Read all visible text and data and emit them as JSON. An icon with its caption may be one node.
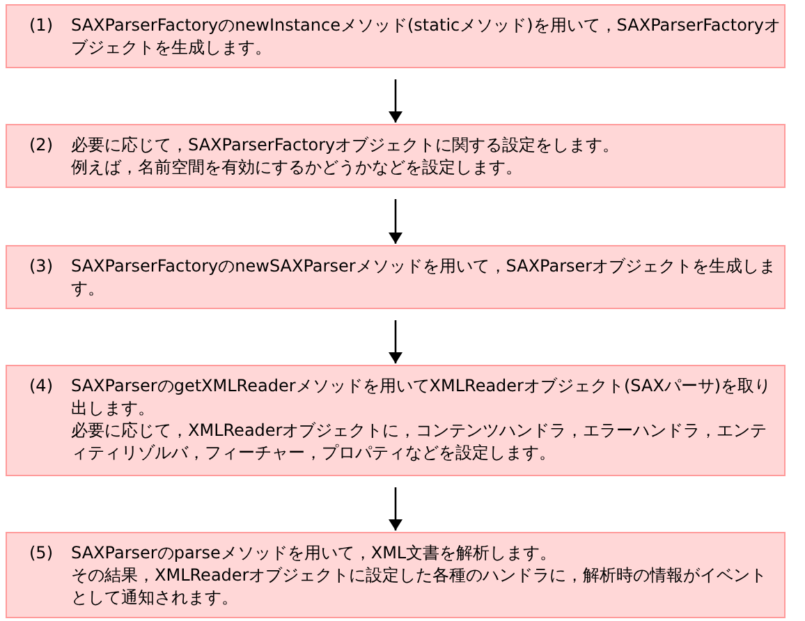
{
  "diagram": {
    "nodes": [
      {
        "text": [
          "(1)",
          "SAXParserFactoryのnewInstanceメソッド(staticメソッド)を用いて，SAXParserFactoryオブジェクトを生成します。"
        ]
      },
      {
        "text": [
          "(2)",
          "必要に応じて，SAXParserFactoryオブジェクトに関する設定をします。",
          "例えば，名前空間を有効にするかどうかなどを設定します。"
        ]
      },
      {
        "text": [
          "(3)",
          "SAXParserFactoryのnewSAXParserメソッドを用いて，SAXParserオブジェクトを生成します。"
        ]
      },
      {
        "text": [
          "(4)",
          "SAXParserのgetXMLReaderメソッドを用いてXMLReaderオブジェクト(SAXパーサ)を取り出します。",
          "必要に応じて，XMLReaderオブジェクトに，コンテンツハンドラ，エラーハンドラ，エンティティリゾルバ，フィーチャー，プロパティなどを設定します。"
        ]
      },
      {
        "text": [
          "(5)",
          "SAXParserのparseメソッドを用いて，XML文書を解析します。",
          "その結果，XMLReaderオブジェクトに設定した各種のハンドラに，解析時の情報がイベントとして通知されます。"
        ]
      }
    ],
    "edges": [
      {
        "from": 0,
        "to": 1,
        "arrow": "to"
      },
      {
        "from": 1,
        "to": 2,
        "arrow": "to"
      },
      {
        "from": 2,
        "to": 3,
        "arrow": "to"
      },
      {
        "from": 3,
        "to": 4,
        "arrow": "to"
      }
    ]
  }
}
